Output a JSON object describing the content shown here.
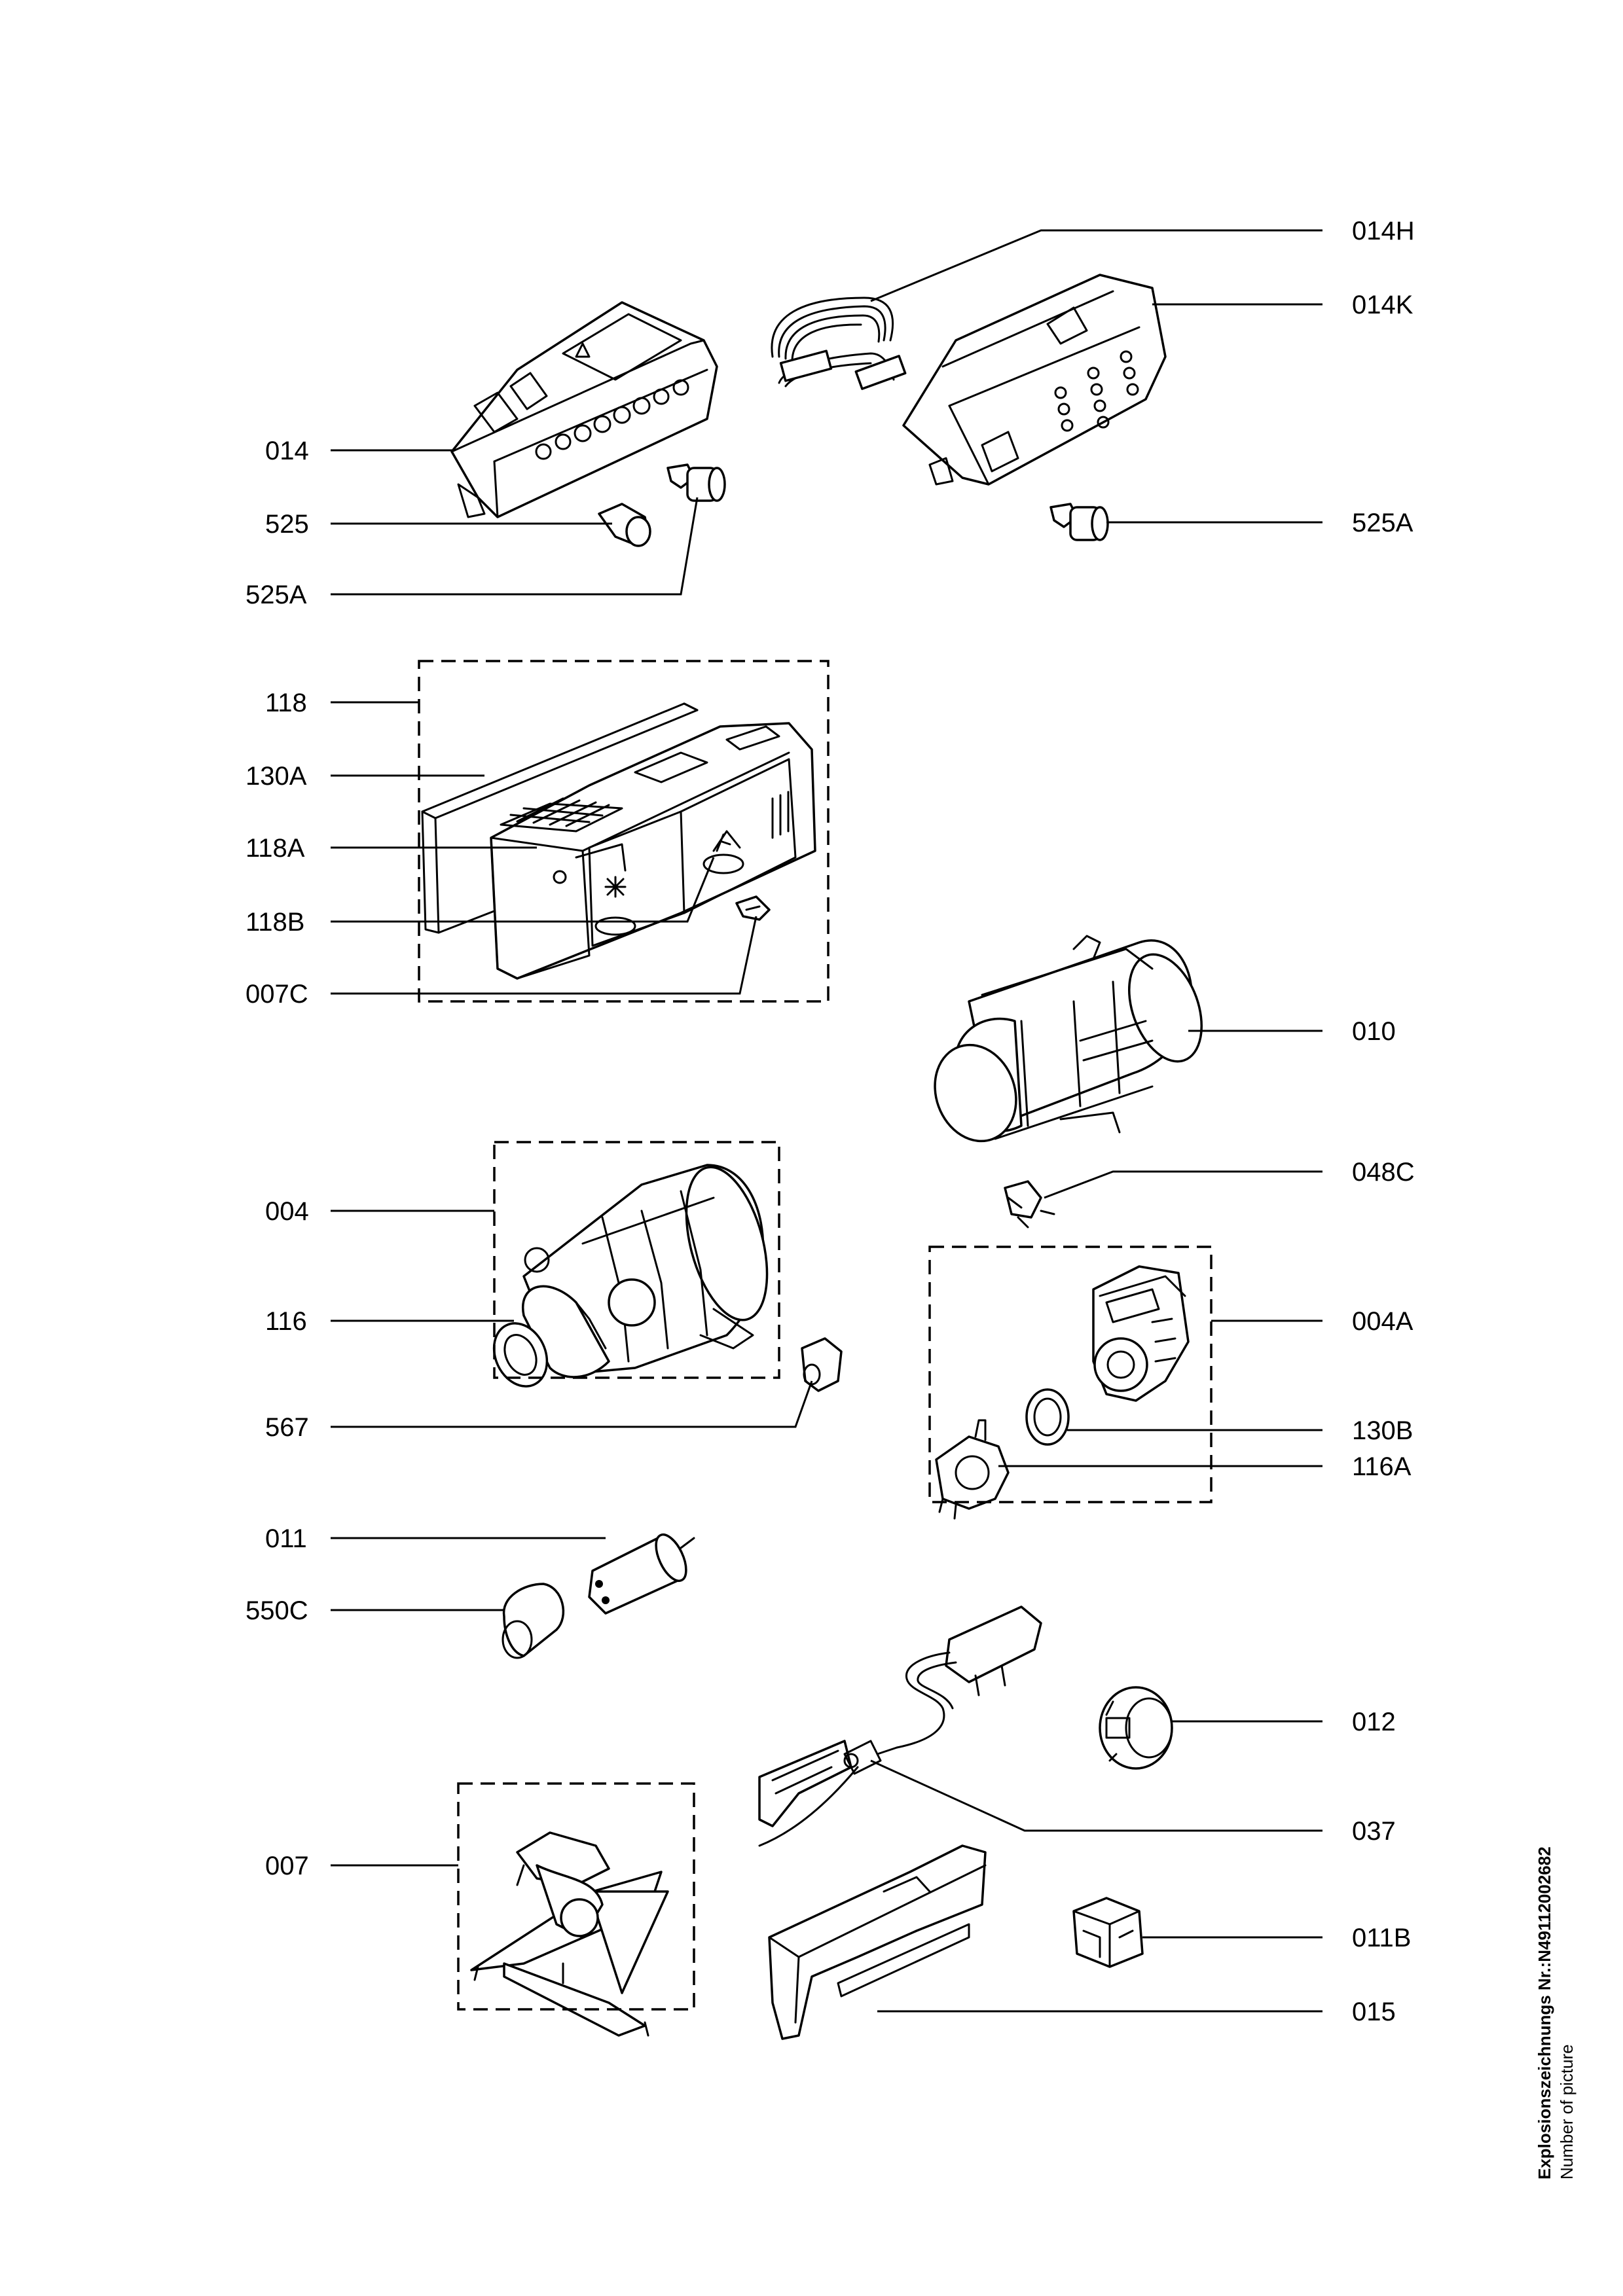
{
  "labels": {
    "l014H": "014H",
    "l014K": "014K",
    "l014": "014",
    "l525": "525",
    "l525A_left": "525A",
    "l525A_right": "525A",
    "l118": "118",
    "l130A": "130A",
    "l118A": "118A",
    "l118B": "118B",
    "l007C": "007C",
    "l010": "010",
    "l048C": "048C",
    "l004": "004",
    "l116": "116",
    "l004A": "004A",
    "l567": "567",
    "l130B": "130B",
    "l116A": "116A",
    "l011": "011",
    "l550C": "550C",
    "l012": "012",
    "l037": "037",
    "l007": "007",
    "l011B": "011B",
    "l015": "015"
  },
  "footer": {
    "drawing_number": "Explosionszeichnungs  Nr.:N49112002682",
    "caption": "Number of picture"
  }
}
